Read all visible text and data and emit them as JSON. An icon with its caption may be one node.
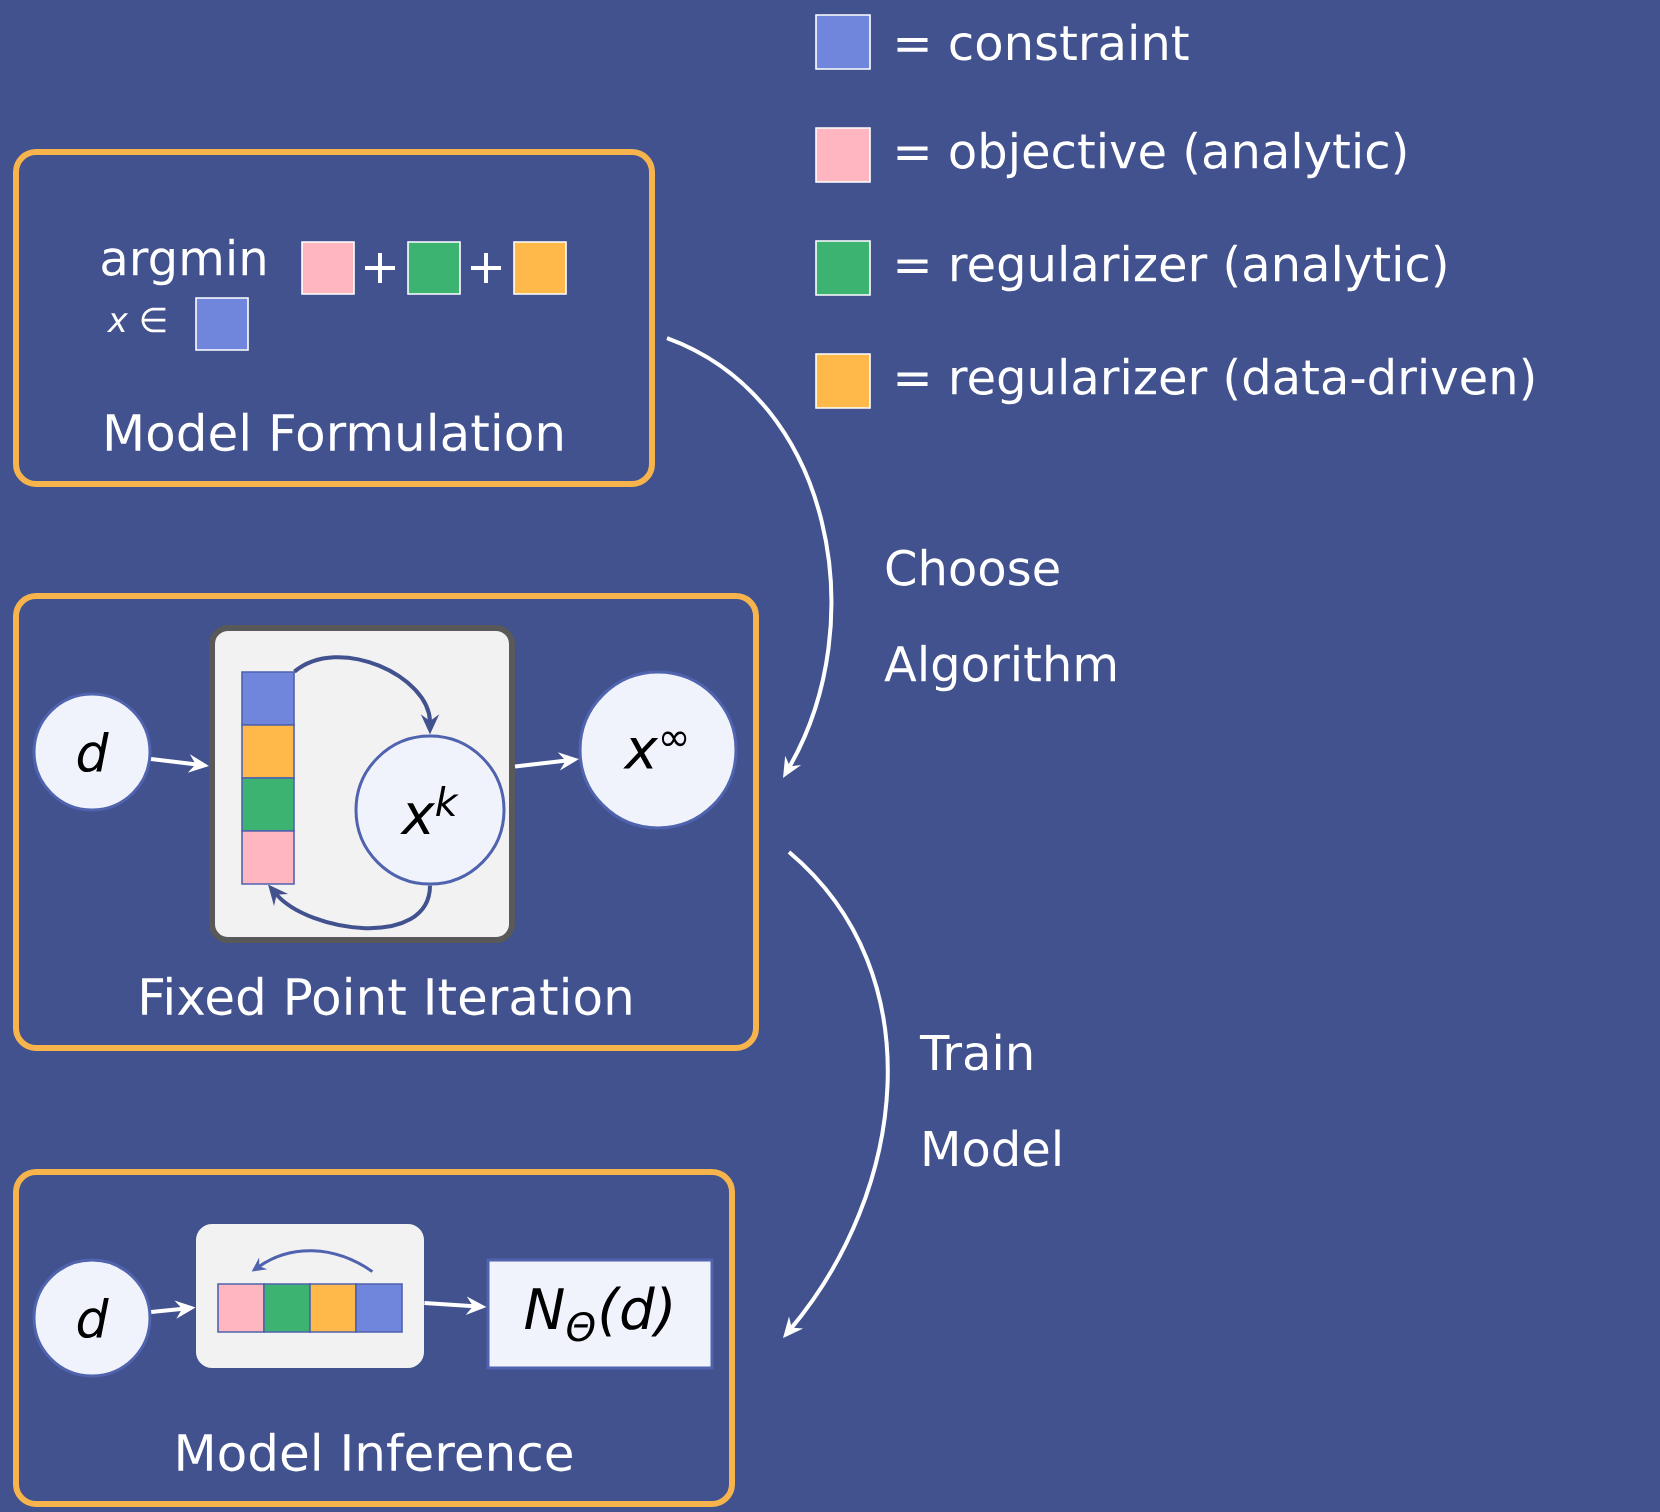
{
  "diagram": {
    "nodes": [
      {
        "text": [
          "argmin",
          "x ∈",
          "+",
          "+",
          "Model Formulation"
        ]
      },
      {
        "text": [
          "Fixed Point Iteration"
        ]
      },
      {
        "text": [
          "d"
        ],
        "in": 1
      },
      {
        "text": [],
        "shape": "box",
        "in": 1
      },
      {
        "text": [],
        "shape": "bar",
        "in": 3
      },
      {
        "text": [
          "x$^{k}$"
        ],
        "in": 3
      },
      {
        "text": [
          "x$^{∞}$"
        ],
        "in": 1
      },
      {
        "text": [
          "Model Inference"
        ]
      },
      {
        "text": [
          "d"
        ],
        "in": 7
      },
      {
        "text": [],
        "shape": "box",
        "in": 7
      },
      {
        "text": [],
        "shape": "bar",
        "in": 9
      },
      {
        "text": [
          "N$_{Θ}$(d)"
        ],
        "in": 7
      }
    ],
    "edges": [
      {
        "from": 0,
        "to": 1,
        "arrow": "to",
        "label": "Choose Algorithm"
      },
      {
        "from": 1,
        "to": 7,
        "arrow": "to",
        "label": "Train Model"
      },
      {
        "from": 2,
        "to": 3,
        "arrow": "to"
      },
      {
        "from": 4,
        "to": 5,
        "arrow": "to",
        "color": "#42528f"
      },
      {
        "from": 5,
        "to": 4,
        "arrow": "to",
        "color": "#42528f"
      },
      {
        "from": 3,
        "to": 6,
        "arrow": "to"
      },
      {
        "from": 8,
        "to": 9,
        "arrow": "to"
      },
      {
        "from": 9,
        "to": 11,
        "arrow": "to"
      }
    ],
    "legend": [
      {
        "text": "= constraint",
        "color": "#6f86dc"
      },
      {
        "text": "= objective (analytic)",
        "color": "#ffb6c1"
      },
      {
        "text": "= regularizer (analytic)",
        "color": "#3cb371"
      },
      {
        "text": "= regularizer (data-driven)",
        "color": "#ffb94a"
      }
    ]
  }
}
